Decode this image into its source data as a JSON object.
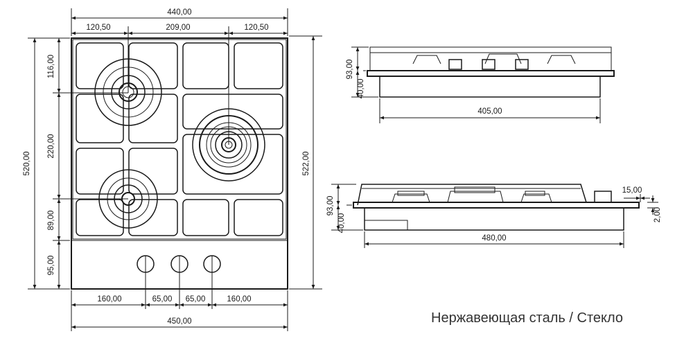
{
  "caption": "Нержавеющая сталь / Стекло",
  "top_view": {
    "overall_width_top": "440,00",
    "seg_left": "120,50",
    "seg_middle": "209,00",
    "seg_right": "120,50",
    "height_left": "520,00",
    "v116": "116,00",
    "v220": "220,00",
    "v89": "89,00",
    "v95": "95,00",
    "height_right": "522,00",
    "b160a": "160,00",
    "b65a": "65,00",
    "b65b": "65,00",
    "b160b": "160,00",
    "overall_width_bottom": "450,00"
  },
  "side_view": {
    "h93": "93,00",
    "h40": "40,00",
    "w405": "405,00"
  },
  "front_view": {
    "h93": "93,00",
    "h40": "40,00",
    "w480": "480,00",
    "t15": "15,00",
    "t2": "2,00"
  }
}
